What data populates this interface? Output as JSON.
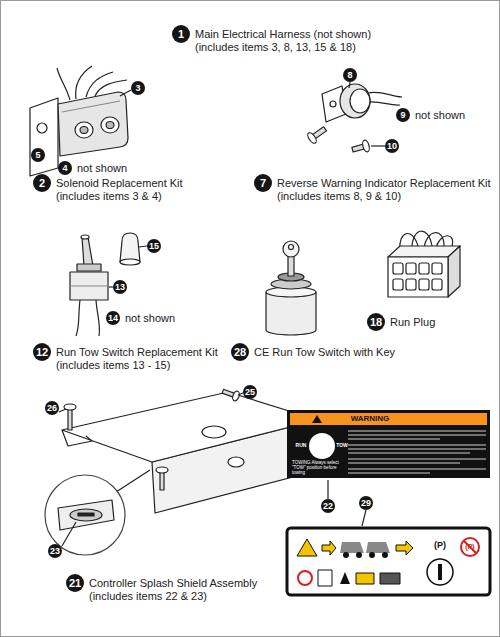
{
  "diagram": {
    "nodes": [
      {
        "text": [
          "1",
          "Main Electrical Harness (not shown) (includes items 3, 8, 13, 15 & 18)"
        ]
      },
      {
        "text": [
          "3"
        ]
      },
      {
        "text": [
          "5"
        ]
      },
      {
        "text": [
          "4",
          "not shown"
        ]
      },
      {
        "text": [
          "2",
          "Solenoid Replacement Kit (includes items 3 & 4)"
        ]
      },
      {
        "text": [
          "8"
        ]
      },
      {
        "text": [
          "9",
          "not shown"
        ]
      },
      {
        "text": [
          "10"
        ]
      },
      {
        "text": [
          "7",
          "Reverse Warning Indicator Replacement Kit (includes items 8, 9 & 10)"
        ]
      },
      {
        "text": [
          "15"
        ]
      },
      {
        "text": [
          "13"
        ]
      },
      {
        "text": [
          "14",
          "not shown"
        ]
      },
      {
        "text": [
          "12",
          "Run Tow Switch Replacement Kit (includes items 13 - 15)"
        ]
      },
      {
        "text": [
          "28",
          "CE Run Tow Switch with Key"
        ]
      },
      {
        "text": [
          "18",
          "Run Plug"
        ]
      },
      {
        "text": [
          "26"
        ]
      },
      {
        "text": [
          "25"
        ]
      },
      {
        "text": [
          "22"
        ]
      },
      {
        "text": [
          "29"
        ]
      },
      {
        "text": [
          "23"
        ]
      },
      {
        "text": [
          "21",
          "Controller Splash Shield Assembly (includes items 22 & 23)"
        ]
      }
    ],
    "edges": [],
    "labels": [
      "WARNING",
      "RUN",
      "TOW",
      "TOWING Always select \"TOW\" position before towing",
      "(P)",
      "(P)"
    ]
  }
}
